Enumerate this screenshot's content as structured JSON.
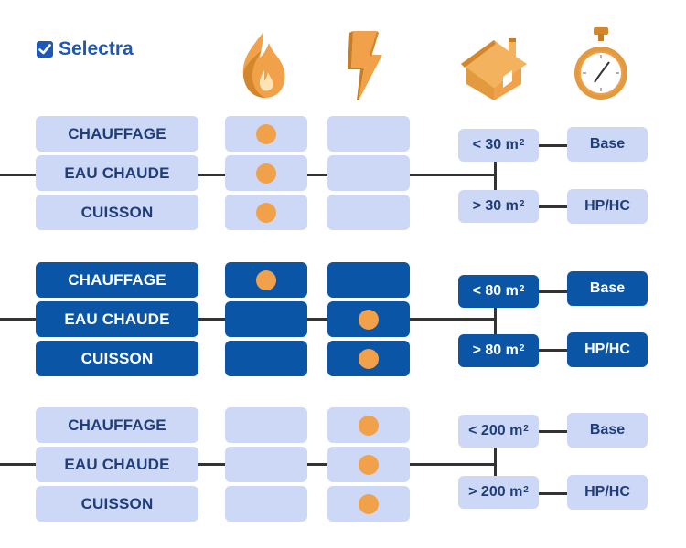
{
  "brand": {
    "name": "Selectra"
  },
  "icons": {
    "gas": "flame-icon",
    "electricity": "lightning-icon",
    "housing": "house-icon",
    "meter": "stopwatch-icon"
  },
  "colors": {
    "light_box": "#cdd8f6",
    "dark_box": "#0b55a6",
    "dot": "#f0a14a",
    "line": "#333333",
    "brand": "#1d58b8"
  },
  "groups": [
    {
      "style": "light",
      "usages": [
        "CHAUFFAGE",
        "EAU CHAUDE",
        "CUISSON"
      ],
      "gas": [
        true,
        true,
        true
      ],
      "electricity": [
        false,
        false,
        false
      ],
      "surfaces": [
        {
          "prefix": "< 30 m",
          "exp": "2",
          "option": "Base"
        },
        {
          "prefix": "> 30 m",
          "exp": "2",
          "option": "HP/HC"
        }
      ]
    },
    {
      "style": "dark",
      "usages": [
        "CHAUFFAGE",
        "EAU CHAUDE",
        "CUISSON"
      ],
      "gas": [
        true,
        false,
        false
      ],
      "electricity": [
        false,
        true,
        true
      ],
      "surfaces": [
        {
          "prefix": "< 80 m",
          "exp": "2",
          "option": "Base"
        },
        {
          "prefix": "> 80 m",
          "exp": "2",
          "option": "HP/HC"
        }
      ]
    },
    {
      "style": "light",
      "usages": [
        "CHAUFFAGE",
        "EAU CHAUDE",
        "CUISSON"
      ],
      "gas": [
        false,
        false,
        false
      ],
      "electricity": [
        true,
        true,
        true
      ],
      "surfaces": [
        {
          "prefix": "< 200 m",
          "exp": "2",
          "option": "Base"
        },
        {
          "prefix": "> 200 m",
          "exp": "2",
          "option": "HP/HC"
        }
      ]
    }
  ]
}
